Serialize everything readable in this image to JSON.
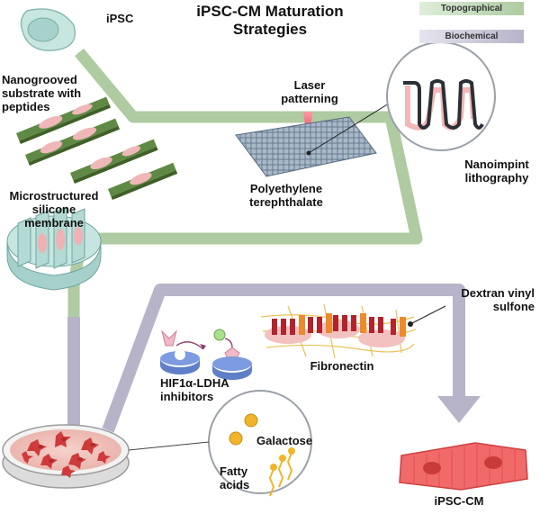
{
  "title": "iPSC-CM Maturation Strategies",
  "legend": {
    "topographical": {
      "label": "Topographical",
      "color": "#aecba1"
    },
    "biochemical": {
      "label": "Biochemical",
      "color": "#b7b3c9"
    }
  },
  "labels": {
    "ipsc": "iPSC",
    "nanogrooved": "Nanogrooved substrate with peptides",
    "laser": "Laser patterning",
    "pet": "Polyethylene terephthalate",
    "nanoimprint": "Nanoimpint lithography",
    "microstructured": "Microstructured silicone membrane",
    "dextran": "Dextran vinyl sulfone",
    "fibronectin": "Fibronectin",
    "hif": "HIF1α-LDHA inhibitors",
    "galactose": "Galactose",
    "fatty": "Fatty acids",
    "ipsccm": "iPSC-CM"
  },
  "icons": [
    "ipsc-cell-icon",
    "nanogrooved-substrate-icon",
    "laser-beam-icon",
    "pet-mesh-icon",
    "nanoimprint-magnifier-icon",
    "silicone-membrane-icon",
    "fibronectin-fiber-icon",
    "enzyme-inhibitor-icon",
    "petri-dish-icon",
    "galactose-icon",
    "fatty-acid-icon",
    "ipsc-cm-cell-icon"
  ]
}
